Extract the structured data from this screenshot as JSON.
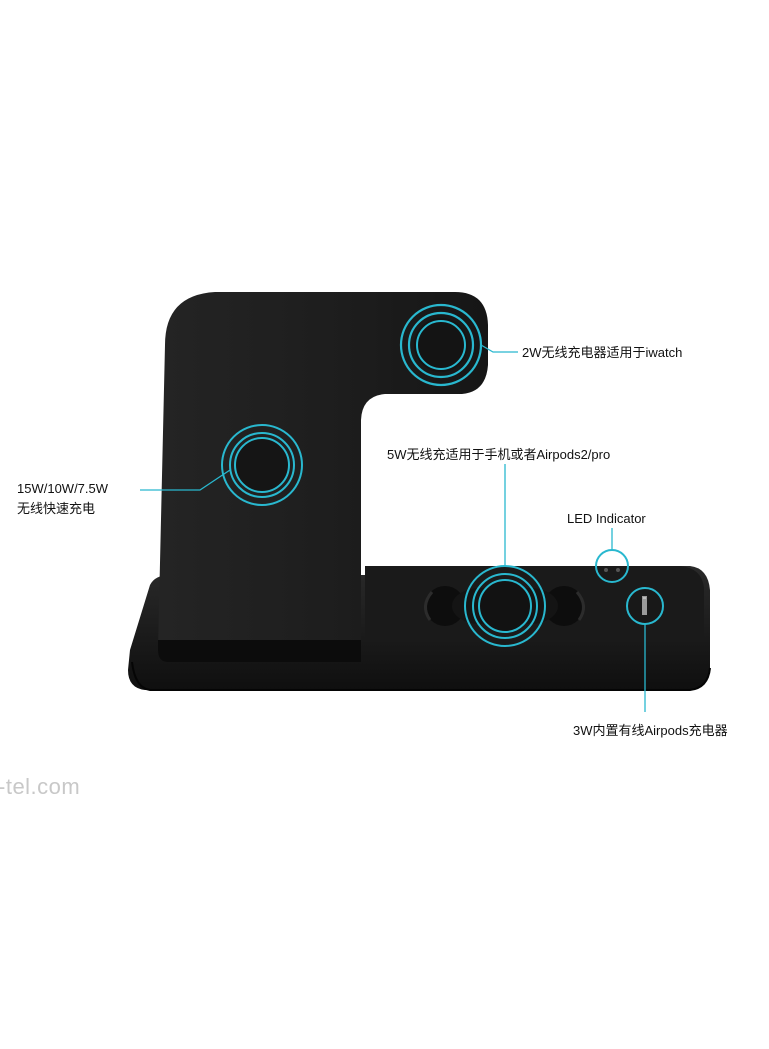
{
  "image": {
    "description_free": true,
    "accent_color": "#29b8cf",
    "device_color": "#1c1c1c"
  },
  "callouts": {
    "iwatch": "2W无线充电器适用于iwatch",
    "fast_charge_line1": "15W/10W/7.5W",
    "fast_charge_line2": "无线快速充电",
    "airpods_wireless": "5W无线充适用于手机或者Airpods2/pro",
    "led": "LED Indicator",
    "airpods_wired": "3W内置有线Airpods充电器"
  },
  "watermark": "-tel.com"
}
